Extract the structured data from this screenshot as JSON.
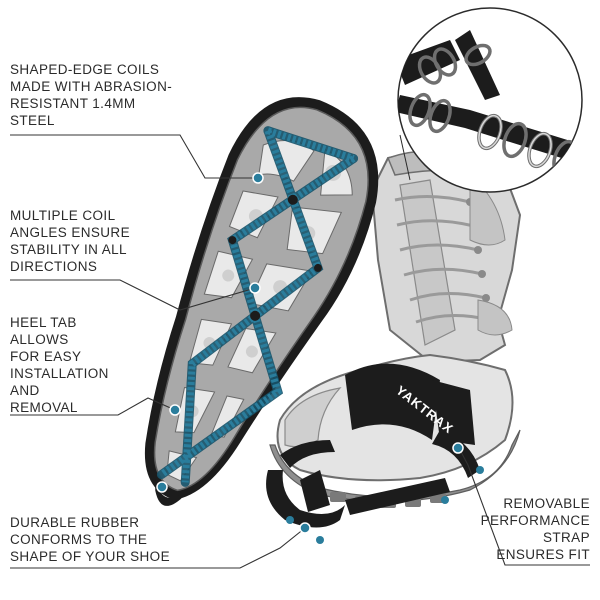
{
  "callouts": {
    "coils": "SHAPED-EDGE COILS\nMADE WITH ABRASION-\nRESISTANT 1.4MM\nSTEEL",
    "angles": "MULTIPLE COIL\nANGLES ENSURE\nSTABILITY IN ALL\nDIRECTIONS",
    "heel_tab": "HEEL TAB\nALLOWS\nFOR EASY\nINSTALLATION\nAND\nREMOVAL",
    "rubber": "DURABLE RUBBER\nCONFORMS TO THE\nSHAPE OF YOUR SHOE",
    "strap": "REMOVABLE\nPERFORMANCE\nSTRAP\nENSURES FIT"
  },
  "brand": "YAKTRAX",
  "colors": {
    "coil": "#2a7d9c",
    "coil_dark": "#17546b",
    "rubber": "#1c1c1c",
    "sole": "#a9a9a9",
    "boot": "#dcdcdc",
    "leader": "#333333",
    "text": "#2b2b2b"
  }
}
